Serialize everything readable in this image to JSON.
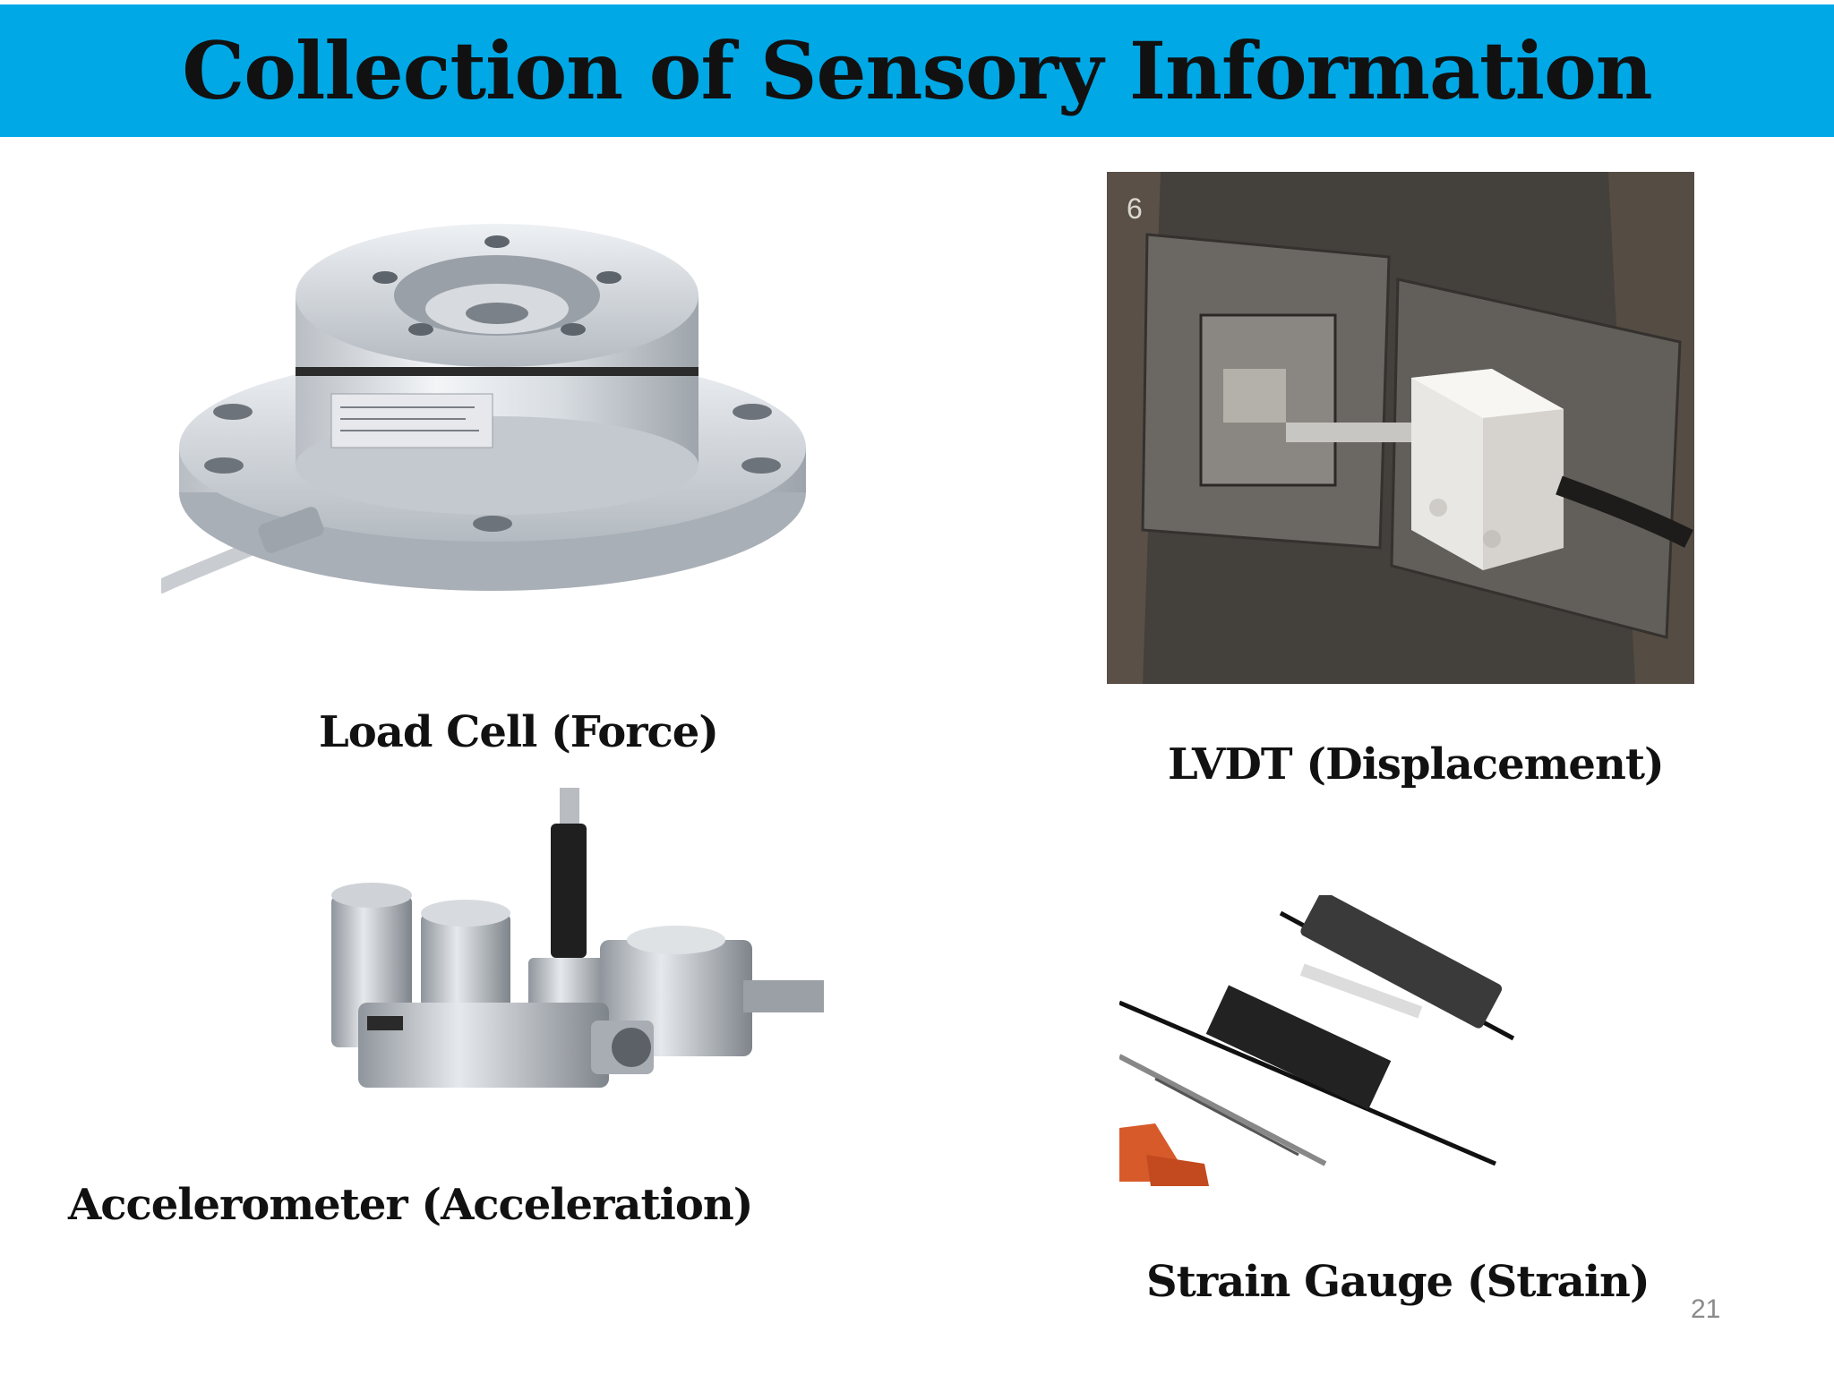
{
  "slide": {
    "title": "Collection of Sensory Information",
    "page_number": "21",
    "header_color": "#00a8e6"
  },
  "sensors": {
    "load_cell": {
      "label": "Load Cell (Force)",
      "image": "load-cell-photo"
    },
    "lvdt": {
      "label": "LVDT (Displacement)",
      "image": "lvdt-photo",
      "photo_marker": "6"
    },
    "accelerometer": {
      "label": "Accelerometer (Acceleration)",
      "image": "accelerometer-photo"
    },
    "strain_gauge": {
      "label": "Strain Gauge (Strain)",
      "image": "strain-gauge-photo"
    }
  }
}
